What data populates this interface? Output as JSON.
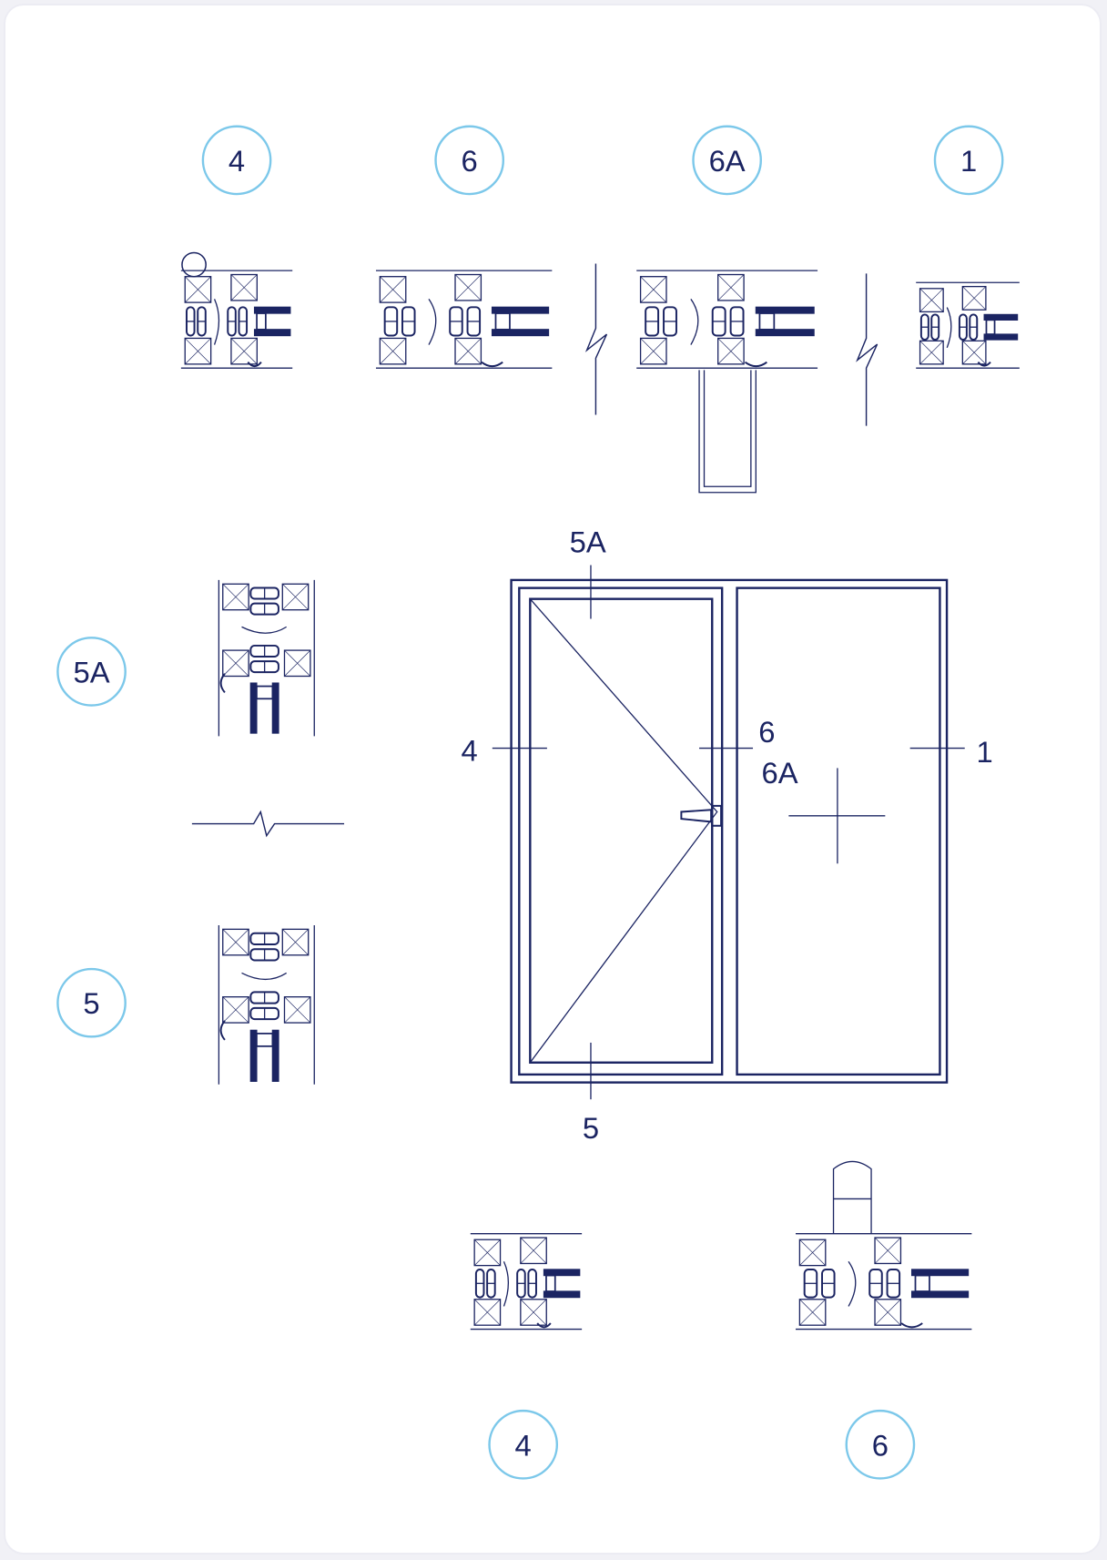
{
  "colors": {
    "line": "#1b2462",
    "circle": "#7cc8ea",
    "background": "#f1f1f6"
  },
  "section_markers": {
    "top": [
      "4",
      "6",
      "6A",
      "1"
    ],
    "left": [
      "5A",
      "5"
    ],
    "bottom": [
      "4",
      "6"
    ]
  },
  "elevation_labels": {
    "top": "5A",
    "left": "4",
    "mullion_1": "6",
    "mullion_2": "6A",
    "right": "1",
    "bottom": "5"
  }
}
